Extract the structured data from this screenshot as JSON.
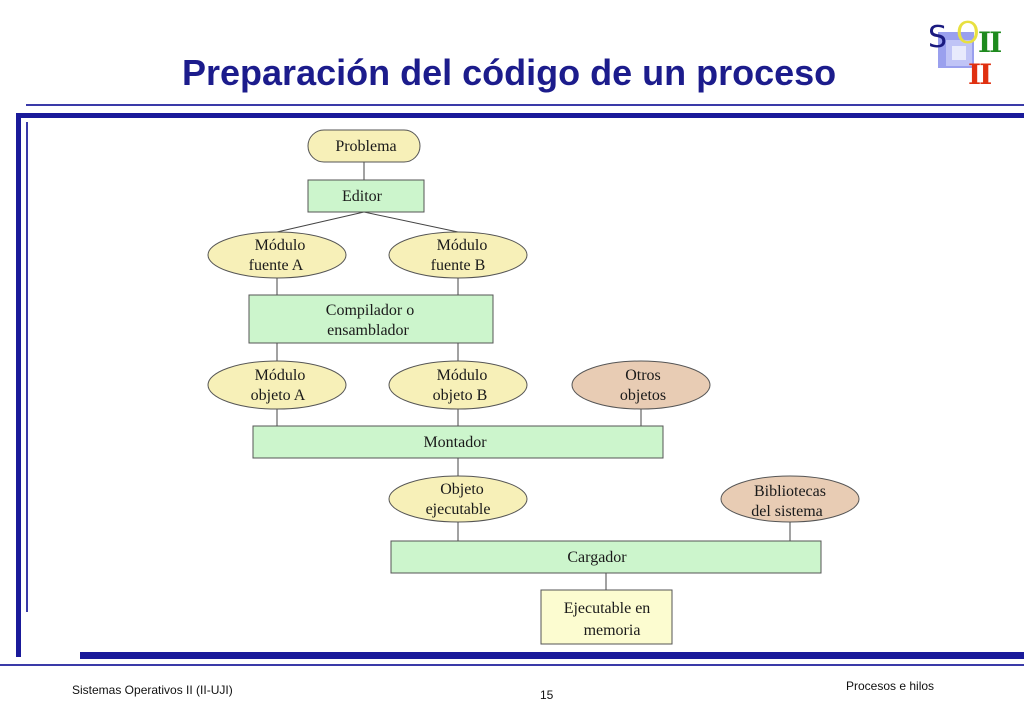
{
  "slide": {
    "title": "Preparación del código de un proceso"
  },
  "logo": {
    "letter_s": "S",
    "letter_o": "O",
    "roman_top": "II",
    "roman_bottom": "II"
  },
  "diagram": {
    "problema": "Problema",
    "editor": "Editor",
    "modulo_fuente_a": [
      "Módulo",
      "fuente A"
    ],
    "modulo_fuente_b": [
      "Módulo",
      "fuente B"
    ],
    "compilador": [
      "Compilador o",
      "ensamblador"
    ],
    "modulo_objeto_a": [
      "Módulo",
      "objeto A"
    ],
    "modulo_objeto_b": [
      "Módulo",
      "objeto B"
    ],
    "otros_objetos": [
      "Otros",
      "objetos"
    ],
    "montador": "Montador",
    "objeto_ejecutable": [
      "Objeto",
      "ejecutable"
    ],
    "bibliotecas": [
      "Bibliotecas",
      "del sistema"
    ],
    "cargador": "Cargador",
    "ejecutable_memoria": [
      "Ejecutable en",
      "memoria"
    ]
  },
  "colors": {
    "title": "#1c1c8c",
    "rule": "#1a1a9a",
    "process_fill": "#ccf5cc",
    "data_fill": "#f7f0b8",
    "other_fill": "#e8ccb4",
    "output_fill": "#fcfcd0"
  },
  "footer": {
    "left": "Sistemas Operativos II (II-UJI)",
    "page_number": "15",
    "right": "Procesos e hilos"
  }
}
